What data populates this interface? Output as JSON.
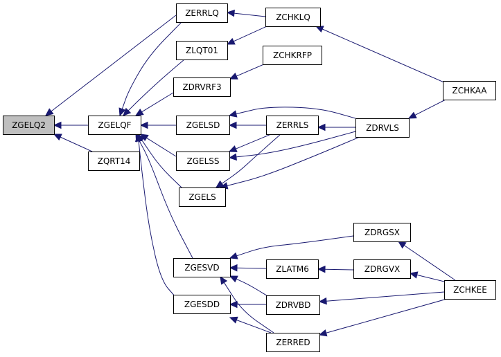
{
  "graph": {
    "nodes": [
      {
        "id": "ZGELQ2",
        "label": "ZGELQ2",
        "root": true
      },
      {
        "id": "ZGELQF",
        "label": "ZGELQF"
      },
      {
        "id": "ZQRT14",
        "label": "ZQRT14"
      },
      {
        "id": "ZERRLQ",
        "label": "ZERRLQ"
      },
      {
        "id": "ZLQT01",
        "label": "ZLQT01"
      },
      {
        "id": "ZDRVRF3",
        "label": "ZDRVRF3"
      },
      {
        "id": "ZGELSD",
        "label": "ZGELSD"
      },
      {
        "id": "ZGELSS",
        "label": "ZGELSS"
      },
      {
        "id": "ZGELS",
        "label": "ZGELS"
      },
      {
        "id": "ZGESVD",
        "label": "ZGESVD"
      },
      {
        "id": "ZGESDD",
        "label": "ZGESDD"
      },
      {
        "id": "ZCHKLQ",
        "label": "ZCHKLQ"
      },
      {
        "id": "ZCHKRFP",
        "label": "ZCHKRFP"
      },
      {
        "id": "ZERRLS",
        "label": "ZERRLS"
      },
      {
        "id": "ZLATM6",
        "label": "ZLATM6"
      },
      {
        "id": "ZDRVBD",
        "label": "ZDRVBD"
      },
      {
        "id": "ZERRED",
        "label": "ZERRED"
      },
      {
        "id": "ZDRVLS",
        "label": "ZDRVLS"
      },
      {
        "id": "ZDRGSX",
        "label": "ZDRGSX"
      },
      {
        "id": "ZDRGVX",
        "label": "ZDRGVX"
      },
      {
        "id": "ZCHKAA",
        "label": "ZCHKAA"
      },
      {
        "id": "ZCHKEE",
        "label": "ZCHKEE"
      }
    ],
    "edges": [
      {
        "from": "ZGELQF",
        "to": "ZGELQ2"
      },
      {
        "from": "ZQRT14",
        "to": "ZGELQ2"
      },
      {
        "from": "ZERRLQ",
        "to": "ZGELQ2"
      },
      {
        "from": "ZERRLQ",
        "to": "ZGELQF"
      },
      {
        "from": "ZLQT01",
        "to": "ZGELQF"
      },
      {
        "from": "ZDRVRF3",
        "to": "ZGELQF"
      },
      {
        "from": "ZGELSD",
        "to": "ZGELQF"
      },
      {
        "from": "ZGELSS",
        "to": "ZGELQF"
      },
      {
        "from": "ZGELS",
        "to": "ZGELQF"
      },
      {
        "from": "ZGESVD",
        "to": "ZGELQF"
      },
      {
        "from": "ZGESDD",
        "to": "ZGELQF"
      },
      {
        "from": "ZCHKLQ",
        "to": "ZERRLQ"
      },
      {
        "from": "ZCHKLQ",
        "to": "ZLQT01"
      },
      {
        "from": "ZCHKRFP",
        "to": "ZDRVRF3"
      },
      {
        "from": "ZCHKAA",
        "to": "ZCHKLQ"
      },
      {
        "from": "ZERRLS",
        "to": "ZGELSD"
      },
      {
        "from": "ZERRLS",
        "to": "ZGELSS"
      },
      {
        "from": "ZERRLS",
        "to": "ZGELS"
      },
      {
        "from": "ZDRVLS",
        "to": "ZGELSD"
      },
      {
        "from": "ZDRVLS",
        "to": "ZGELSS"
      },
      {
        "from": "ZDRVLS",
        "to": "ZGELS"
      },
      {
        "from": "ZDRVLS",
        "to": "ZERRLS"
      },
      {
        "from": "ZCHKAA",
        "to": "ZDRVLS"
      },
      {
        "from": "ZDRGSX",
        "to": "ZGESVD"
      },
      {
        "from": "ZLATM6",
        "to": "ZGESVD"
      },
      {
        "from": "ZDRVBD",
        "to": "ZGESVD"
      },
      {
        "from": "ZERRED",
        "to": "ZGESVD"
      },
      {
        "from": "ZDRVBD",
        "to": "ZGESDD"
      },
      {
        "from": "ZERRED",
        "to": "ZGESDD"
      },
      {
        "from": "ZDRGVX",
        "to": "ZLATM6"
      },
      {
        "from": "ZCHKEE",
        "to": "ZDRGSX"
      },
      {
        "from": "ZCHKEE",
        "to": "ZDRGVX"
      },
      {
        "from": "ZCHKEE",
        "to": "ZDRVBD"
      },
      {
        "from": "ZCHKEE",
        "to": "ZERRED"
      }
    ]
  }
}
